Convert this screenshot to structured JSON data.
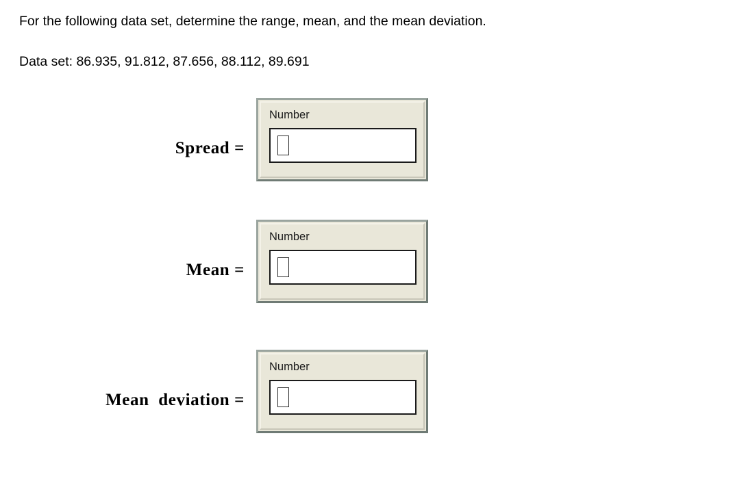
{
  "prompt": {
    "instruction": "For the following data set, determine the range, mean, and the mean deviation.",
    "dataset_line": "Data set: 86.935, 91.812, 87.656, 88.112, 89.691"
  },
  "dataset": {
    "label": "Data set:",
    "values": [
      "86.935",
      "91.812",
      "87.656",
      "88.112",
      "89.691"
    ]
  },
  "answers": [
    {
      "label": "Spread =",
      "field_caption": "Number",
      "field_value": "",
      "field_placeholder": ""
    },
    {
      "label": "Mean =",
      "field_caption": "Number",
      "field_value": "",
      "field_placeholder": ""
    },
    {
      "label": "Mean  deviation =",
      "field_caption": "Number",
      "field_value": "",
      "field_placeholder": ""
    }
  ],
  "colors": {
    "page_background": "#ffffff",
    "widget_panel": "#e9e7d9",
    "widget_bevel_light": "#9aa49e",
    "widget_bevel_dark": "#6f7b75",
    "input_background": "#ffffff",
    "input_border": "#1a1a1a",
    "text": "#000000"
  }
}
